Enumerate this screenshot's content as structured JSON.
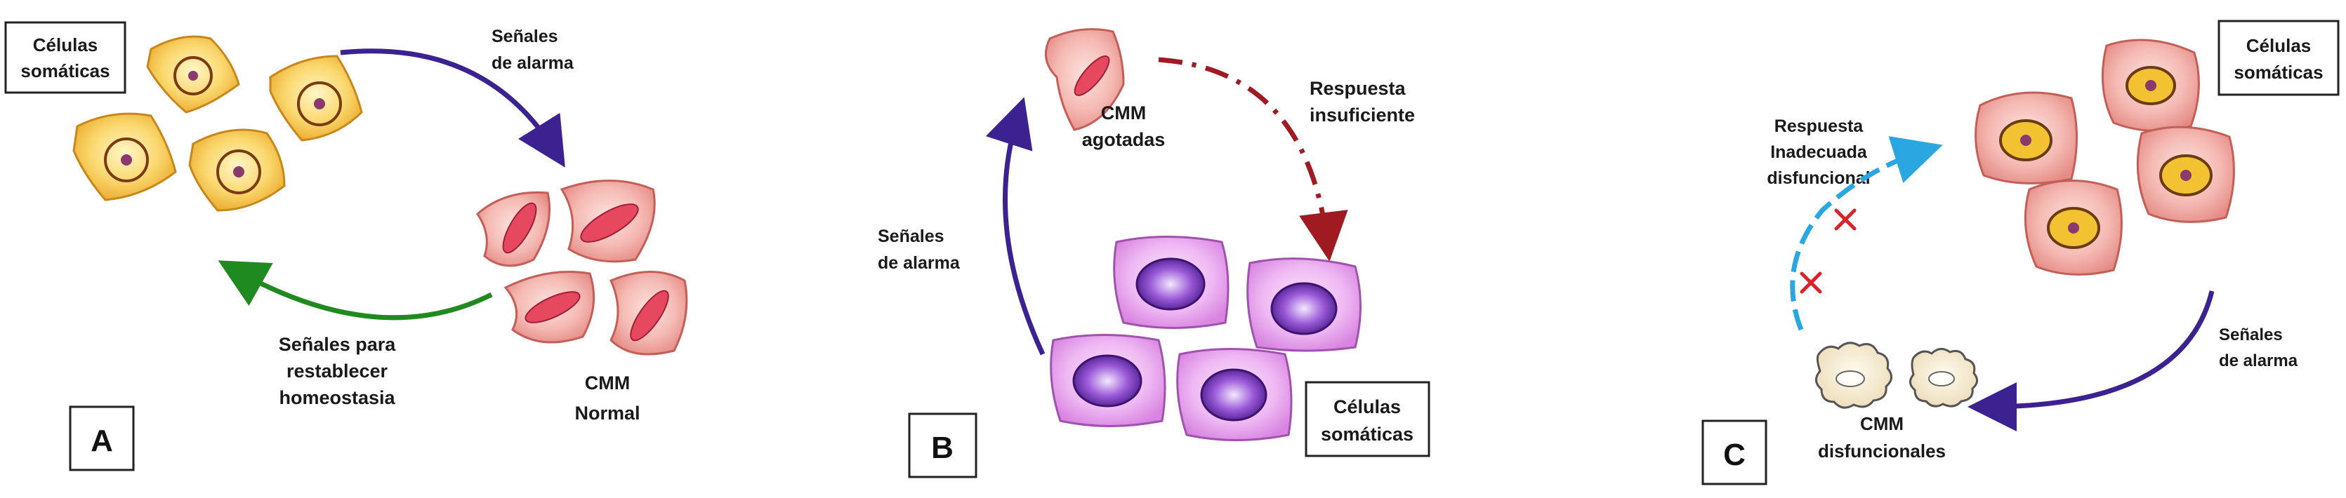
{
  "panels": {
    "a": {
      "letter": "A",
      "somatic_box": [
        "Células",
        "somáticas"
      ],
      "alarm_label": [
        "Señales",
        "de alarma"
      ],
      "restore_label": [
        "Señales para",
        "restablecer",
        "homeostasia"
      ],
      "msc_label": [
        "CMM",
        "Normal"
      ]
    },
    "b": {
      "letter": "B",
      "exhausted_label": [
        "CMM",
        "agotadas"
      ],
      "insufficient_label": [
        "Respuesta",
        "insuficiente"
      ],
      "alarm_label": [
        "Señales",
        "de alarma"
      ],
      "somatic_box": [
        "Células",
        "somáticas"
      ]
    },
    "c": {
      "letter": "C",
      "somatic_box": [
        "Células",
        "somáticas"
      ],
      "inadequate_label": [
        "Respuesta",
        "Inadecuada",
        "disfuncional"
      ],
      "alarm_label": [
        "Señales",
        "de alarma"
      ],
      "dysfunctional_label": [
        "CMM",
        "disfuncionales"
      ]
    }
  },
  "colors": {
    "somatic_yellow": "#f6c84e",
    "msc_pink": "#f3a3a0",
    "purple_cell": "#e9a8ef",
    "arrow_purple": "#3c2190",
    "arrow_green": "#1f8a1f",
    "arrow_red": "#a01a22",
    "arrow_blue": "#2aa6e0",
    "cross_red": "#d9232a"
  },
  "icons": {
    "cross": "x-mark-icon"
  }
}
